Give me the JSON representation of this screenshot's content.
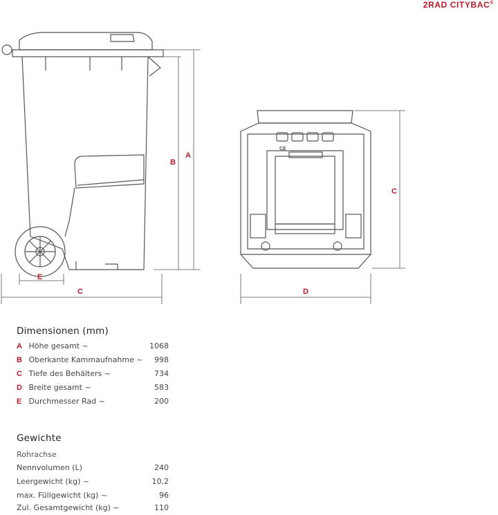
{
  "brand": {
    "name": "2RAD CITYBAC",
    "mark": "®"
  },
  "drawing_labels": {
    "a": "A",
    "b": "B",
    "c_side": "C",
    "c_front": "C",
    "d": "D",
    "e": "E",
    "ce_mark": "CE"
  },
  "dimensions": {
    "title": "Dimensionen (mm)",
    "rows": [
      {
        "key": "A",
        "label": "Höhe gesamt ~",
        "value": "1068"
      },
      {
        "key": "B",
        "label": "Oberkante Kammaufnahme ~",
        "value": "998"
      },
      {
        "key": "C",
        "label": "Tiefe des Behälters ~",
        "value": "734"
      },
      {
        "key": "D",
        "label": "Breite gesamt ~",
        "value": "583"
      },
      {
        "key": "E",
        "label": "Durchmesser Rad ~",
        "value": "200"
      }
    ]
  },
  "weights": {
    "title": "Gewichte",
    "subtitle": "Rohrachse",
    "rows": [
      {
        "label": "Nennvolumen (L)",
        "value": "240"
      },
      {
        "label": "Leergewicht (kg) ~",
        "value": "10,2"
      },
      {
        "label": "max. Füllgewicht (kg) ~",
        "value": "96"
      },
      {
        "label": "Zul. Gesamtgewicht (kg) ~",
        "value": "110"
      }
    ]
  }
}
